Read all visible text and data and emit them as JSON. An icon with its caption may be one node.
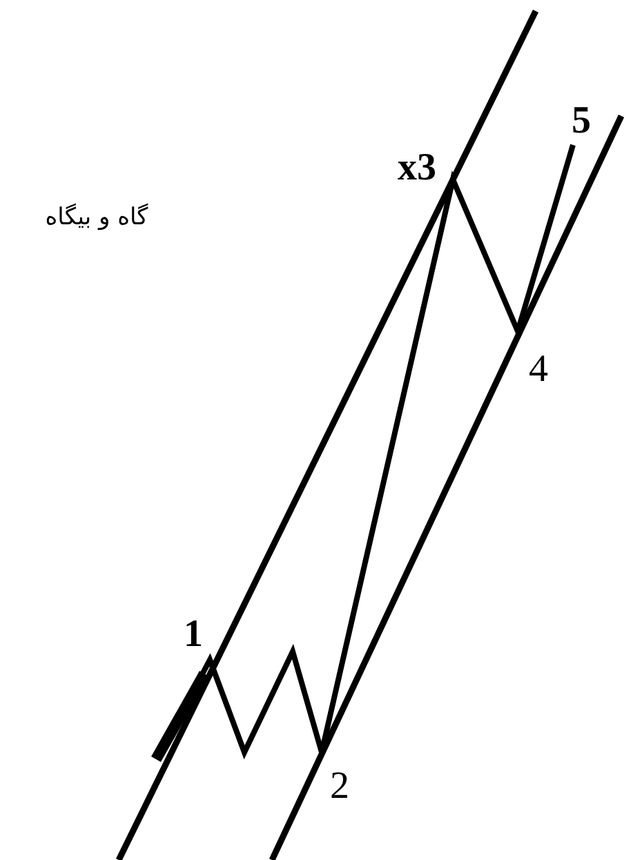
{
  "diagram": {
    "labels": [
      "5",
      "x3",
      "گاه و بیگاه",
      "4",
      "1",
      "2"
    ]
  }
}
